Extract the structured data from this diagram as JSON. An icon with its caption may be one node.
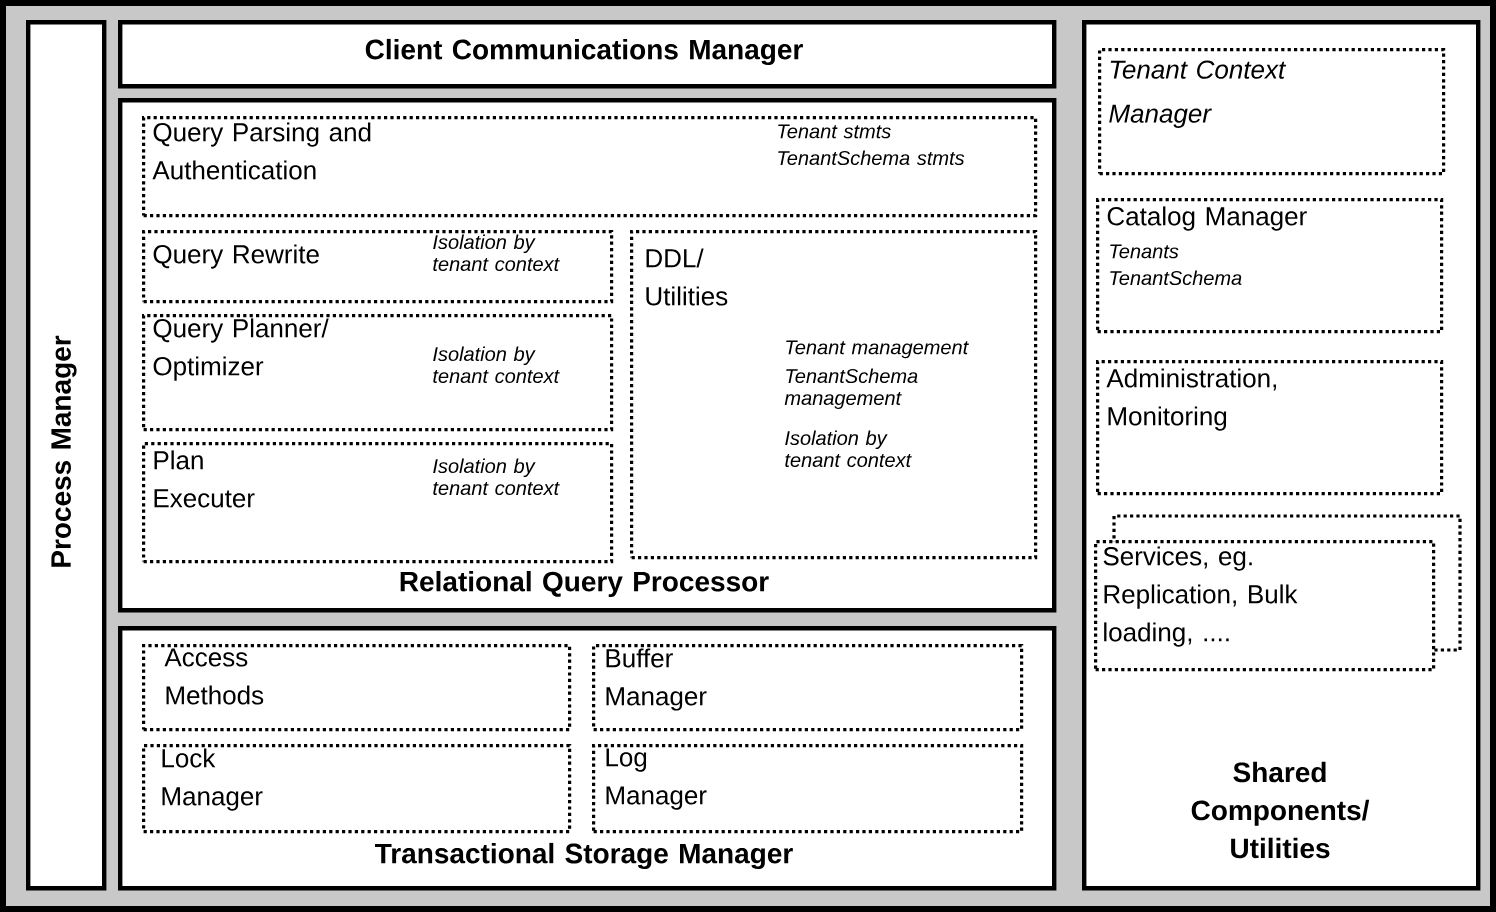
{
  "diagram": {
    "nodes": [
      {
        "text": [
          "Process Manager"
        ]
      },
      {
        "text": [
          "Client Communications Manager"
        ]
      },
      {
        "text": [
          "Relational Query Processor"
        ]
      },
      {
        "text": [
          "Query Parsing and Authentication",
          "Tenant stmts",
          "TenantSchema stmts"
        ],
        "in": 2
      },
      {
        "text": [
          "Query Rewrite",
          "Isolation by tenant context"
        ],
        "in": 2
      },
      {
        "text": [
          "Query Planner/ Optimizer",
          "Isolation by tenant context"
        ],
        "in": 2
      },
      {
        "text": [
          "Plan Executer",
          "Isolation by tenant context"
        ],
        "in": 2
      },
      {
        "text": [
          "DDL/ Utilities",
          "Tenant management",
          "TenantSchema management",
          "Isolation by tenant context"
        ],
        "in": 2
      },
      {
        "text": [
          "Transactional Storage Manager"
        ]
      },
      {
        "text": [
          "Access Methods"
        ],
        "in": 8
      },
      {
        "text": [
          "Buffer Manager"
        ],
        "in": 8
      },
      {
        "text": [
          "Lock Manager"
        ],
        "in": 8
      },
      {
        "text": [
          "Log Manager"
        ],
        "in": 8
      },
      {
        "text": [
          "Shared Components/ Utilities"
        ]
      },
      {
        "text": [
          "Tenant Context Manager"
        ],
        "in": 13
      },
      {
        "text": [
          "Catalog Manager",
          "Tenants",
          "TenantSchema"
        ],
        "in": 13
      },
      {
        "text": [
          "Administration, Monitoring"
        ],
        "in": 13
      },
      {
        "text": [
          "Services, eg. Replication, Bulk loading, ...."
        ],
        "in": 13
      }
    ],
    "edges": []
  }
}
